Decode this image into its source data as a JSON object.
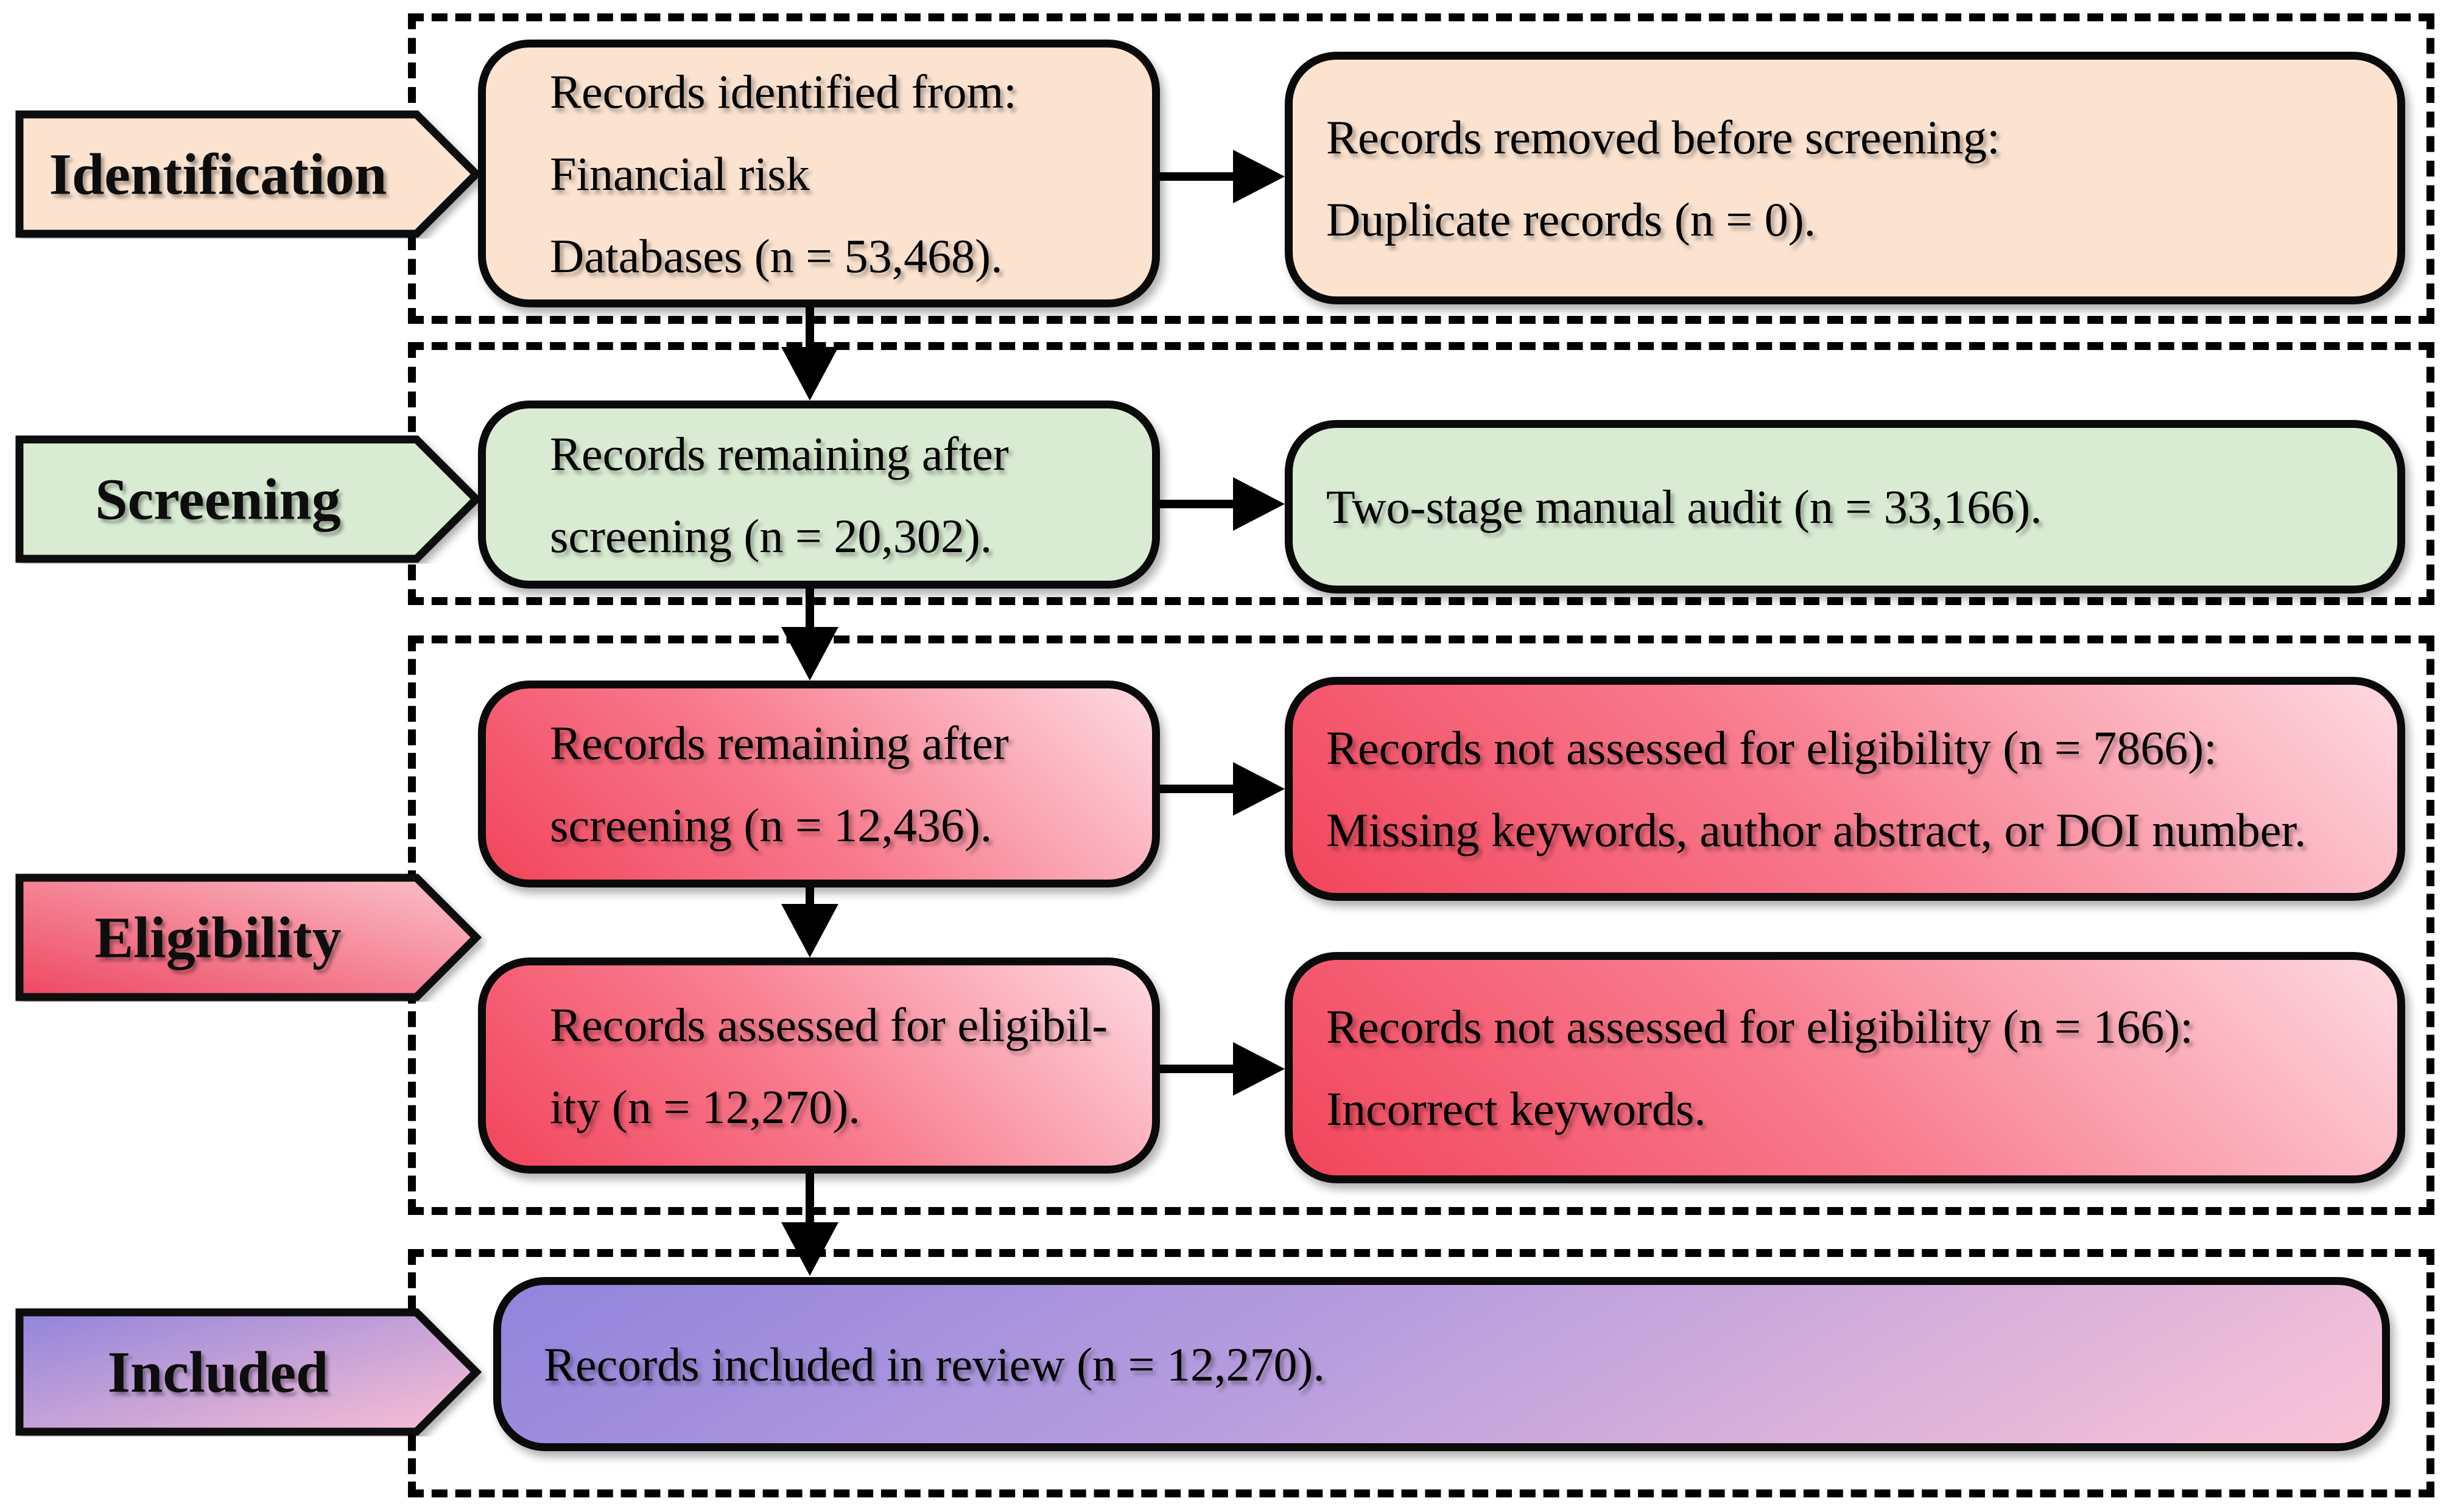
{
  "palette": {
    "border": "#000000",
    "identification_fill": "#fbe3d0",
    "screening_fill": "#d9ecd3",
    "eligibility_gradient_dark": "#f2455c",
    "eligibility_gradient_light": "#fdd9e0",
    "included_gradient_purple": "#9184db",
    "included_gradient_pink": "#fbc4d6"
  },
  "stages": {
    "identification": {
      "label": "Identification",
      "main_box": "Records identified from:\nFinancial risk\nDatabases (n = 53,468).",
      "side_box": "Records removed before screening:\nDuplicate records (n = 0)."
    },
    "screening": {
      "label": "Screening",
      "main_box": "Records remaining after\nscreening (n = 20,302).",
      "side_box": "Two-stage manual audit (n = 33,166)."
    },
    "eligibility": {
      "label": "Eligibility",
      "main_box_1": "Records remaining after\nscreening (n = 12,436).",
      "side_box_1": "Records not assessed for eligibility (n = 7866):\nMissing keywords, author abstract, or DOI number.",
      "main_box_2": "Records assessed for eligibil-\nity (n = 12,270).",
      "side_box_2": "Records not assessed for eligibility (n = 166):\nIncorrect keywords."
    },
    "included": {
      "label": "Included",
      "main_box": "Records included in review (n = 12,270)."
    }
  }
}
